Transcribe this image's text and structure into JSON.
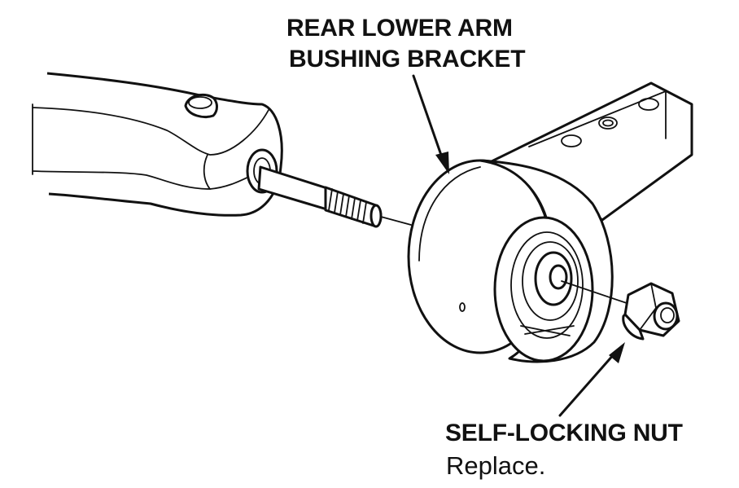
{
  "labels": {
    "bracket_line1": "REAR LOWER ARM",
    "bracket_line2": "BUSHING BRACKET",
    "nut_line1": "SELF-LOCKING NUT",
    "nut_line2": "Replace."
  },
  "colors": {
    "ink": "#111111",
    "background": "#ffffff"
  }
}
